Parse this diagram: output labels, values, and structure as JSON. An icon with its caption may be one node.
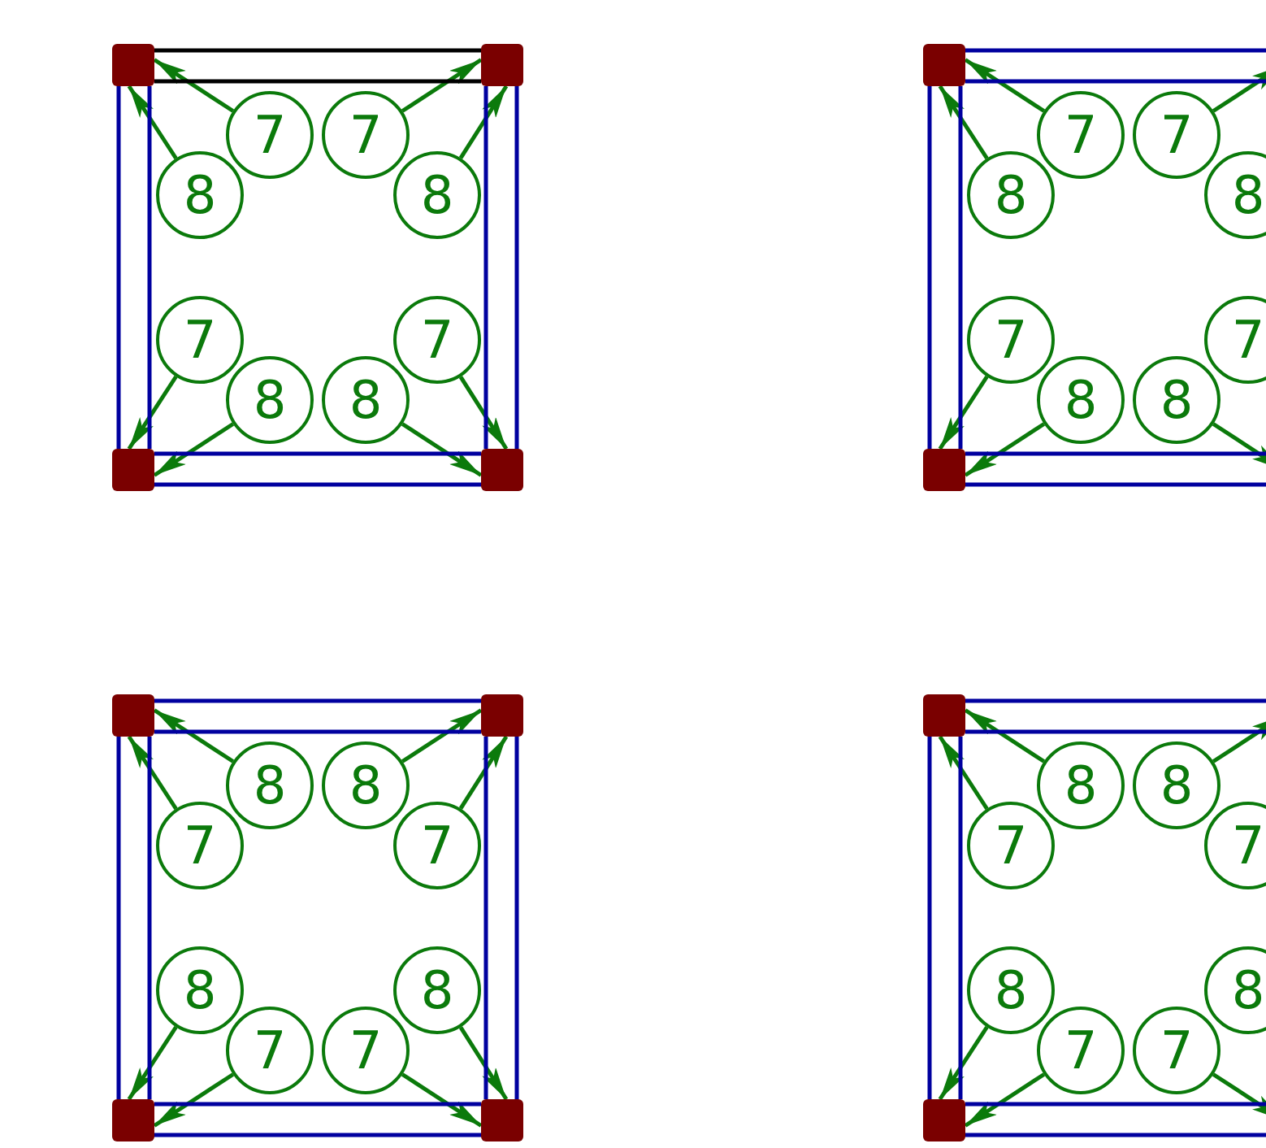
{
  "diagram": {
    "nodes": [
      {
        "text": [],
        "shape": "box"
      },
      {
        "text": [],
        "shape": "box"
      },
      {
        "text": [
          "7"
        ]
      },
      {
        "text": [
          "7"
        ]
      },
      {
        "text": [
          "8"
        ]
      },
      {
        "text": [
          "8"
        ]
      },
      {
        "text": [
          "7"
        ]
      },
      {
        "text": [
          "7"
        ]
      },
      {
        "text": [
          "8"
        ]
      },
      {
        "text": [
          "8"
        ]
      },
      {
        "text": [],
        "shape": "box"
      },
      {
        "text": [],
        "shape": "box"
      },
      {
        "text": [],
        "shape": "box"
      },
      {
        "text": [
          "7"
        ]
      },
      {
        "text": [
          "7"
        ]
      },
      {
        "text": [
          "8"
        ]
      },
      {
        "text": [
          "8"
        ]
      },
      {
        "text": [
          "7"
        ]
      },
      {
        "text": [
          "7"
        ]
      },
      {
        "text": [
          "8"
        ]
      },
      {
        "text": [
          "8"
        ]
      },
      {
        "text": [],
        "shape": "box"
      },
      {
        "text": [],
        "shape": "box"
      },
      {
        "text": [],
        "shape": "box"
      },
      {
        "text": [
          "8"
        ]
      },
      {
        "text": [
          "8"
        ]
      },
      {
        "text": [
          "7"
        ]
      },
      {
        "text": [
          "7"
        ]
      },
      {
        "text": [
          "8"
        ]
      },
      {
        "text": [
          "8"
        ]
      },
      {
        "text": [
          "7"
        ]
      },
      {
        "text": [
          "7"
        ]
      },
      {
        "text": [],
        "shape": "box"
      },
      {
        "text": [],
        "shape": "box"
      },
      {
        "text": [],
        "shape": "box"
      },
      {
        "text": [
          "8"
        ]
      },
      {
        "text": [
          "8"
        ]
      },
      {
        "text": [
          "7"
        ]
      },
      {
        "text": [
          "7"
        ]
      },
      {
        "text": [
          "8"
        ]
      },
      {
        "text": [
          "8"
        ]
      },
      {
        "text": [
          "7"
        ]
      },
      {
        "text": [
          "7"
        ]
      },
      {
        "text": [],
        "shape": "box"
      }
    ],
    "edges": [
      {
        "from": 2,
        "to": 0,
        "arrow": "to"
      },
      {
        "from": 4,
        "to": 0,
        "arrow": "to"
      },
      {
        "from": 3,
        "to": 1,
        "arrow": "to"
      },
      {
        "from": 5,
        "to": 1,
        "arrow": "to"
      },
      {
        "from": 6,
        "to": 10,
        "arrow": "to"
      },
      {
        "from": 8,
        "to": 10,
        "arrow": "to"
      },
      {
        "from": 9,
        "to": 11,
        "arrow": "to"
      },
      {
        "from": 7,
        "to": 11,
        "arrow": "to"
      },
      {
        "from": 0,
        "to": 1,
        "arrow": "none",
        "color": "#000000"
      },
      {
        "from": 0,
        "to": 1,
        "arrow": "none",
        "color": "#000000"
      },
      {
        "from": 0,
        "to": 10,
        "arrow": "none",
        "color": "#00009f"
      },
      {
        "from": 0,
        "to": 10,
        "arrow": "none",
        "color": "#00009f"
      },
      {
        "from": 1,
        "to": 11,
        "arrow": "none",
        "color": "#00009f"
      },
      {
        "from": 1,
        "to": 11,
        "arrow": "none",
        "color": "#00009f"
      },
      {
        "from": 10,
        "to": 11,
        "arrow": "none",
        "color": "#00009f"
      },
      {
        "from": 10,
        "to": 11,
        "arrow": "none",
        "color": "#00009f"
      },
      {
        "from": 13,
        "to": 12,
        "arrow": "to"
      },
      {
        "from": 15,
        "to": 12,
        "arrow": "to"
      },
      {
        "from": 14,
        "to": null,
        "arrow": "to"
      },
      {
        "from": 17,
        "to": 21,
        "arrow": "to"
      },
      {
        "from": 19,
        "to": 21,
        "arrow": "to"
      },
      {
        "from": 20,
        "to": null,
        "arrow": "to"
      },
      {
        "from": 12,
        "to": null,
        "arrow": "none",
        "color": "#00009f"
      },
      {
        "from": 12,
        "to": null,
        "arrow": "none",
        "color": "#00009f"
      },
      {
        "from": 12,
        "to": 21,
        "arrow": "none",
        "color": "#00009f"
      },
      {
        "from": 12,
        "to": 21,
        "arrow": "none",
        "color": "#00009f"
      },
      {
        "from": 21,
        "to": null,
        "arrow": "none",
        "color": "#00009f"
      },
      {
        "from": 21,
        "to": null,
        "arrow": "none",
        "color": "#00009f"
      },
      {
        "from": 24,
        "to": 22,
        "arrow": "to"
      },
      {
        "from": 26,
        "to": 22,
        "arrow": "to"
      },
      {
        "from": 25,
        "to": 23,
        "arrow": "to"
      },
      {
        "from": 27,
        "to": 23,
        "arrow": "to"
      },
      {
        "from": 28,
        "to": 32,
        "arrow": "to"
      },
      {
        "from": 30,
        "to": 32,
        "arrow": "to"
      },
      {
        "from": 31,
        "to": 33,
        "arrow": "to"
      },
      {
        "from": 29,
        "to": 33,
        "arrow": "to"
      },
      {
        "from": 22,
        "to": 23,
        "arrow": "none",
        "color": "#00009f"
      },
      {
        "from": 22,
        "to": 23,
        "arrow": "none",
        "color": "#00009f"
      },
      {
        "from": 22,
        "to": 32,
        "arrow": "none",
        "color": "#00009f"
      },
      {
        "from": 22,
        "to": 32,
        "arrow": "none",
        "color": "#00009f"
      },
      {
        "from": 23,
        "to": 33,
        "arrow": "none",
        "color": "#00009f"
      },
      {
        "from": 23,
        "to": 33,
        "arrow": "none",
        "color": "#00009f"
      },
      {
        "from": 32,
        "to": 33,
        "arrow": "none",
        "color": "#00009f"
      },
      {
        "from": 32,
        "to": 33,
        "arrow": "none",
        "color": "#00009f"
      },
      {
        "from": 35,
        "to": 34,
        "arrow": "to"
      },
      {
        "from": 37,
        "to": 34,
        "arrow": "to"
      },
      {
        "from": 36,
        "to": null,
        "arrow": "to"
      },
      {
        "from": 39,
        "to": 43,
        "arrow": "to"
      },
      {
        "from": 41,
        "to": 43,
        "arrow": "to"
      },
      {
        "from": 42,
        "to": null,
        "arrow": "to"
      },
      {
        "from": 34,
        "to": null,
        "arrow": "none",
        "color": "#00009f"
      },
      {
        "from": 34,
        "to": null,
        "arrow": "none",
        "color": "#00009f"
      },
      {
        "from": 34,
        "to": 43,
        "arrow": "none",
        "color": "#00009f"
      },
      {
        "from": 34,
        "to": 43,
        "arrow": "none",
        "color": "#00009f"
      },
      {
        "from": 43,
        "to": null,
        "arrow": "none",
        "color": "#00009f"
      },
      {
        "from": 43,
        "to": null,
        "arrow": "none",
        "color": "#00009f"
      }
    ]
  }
}
